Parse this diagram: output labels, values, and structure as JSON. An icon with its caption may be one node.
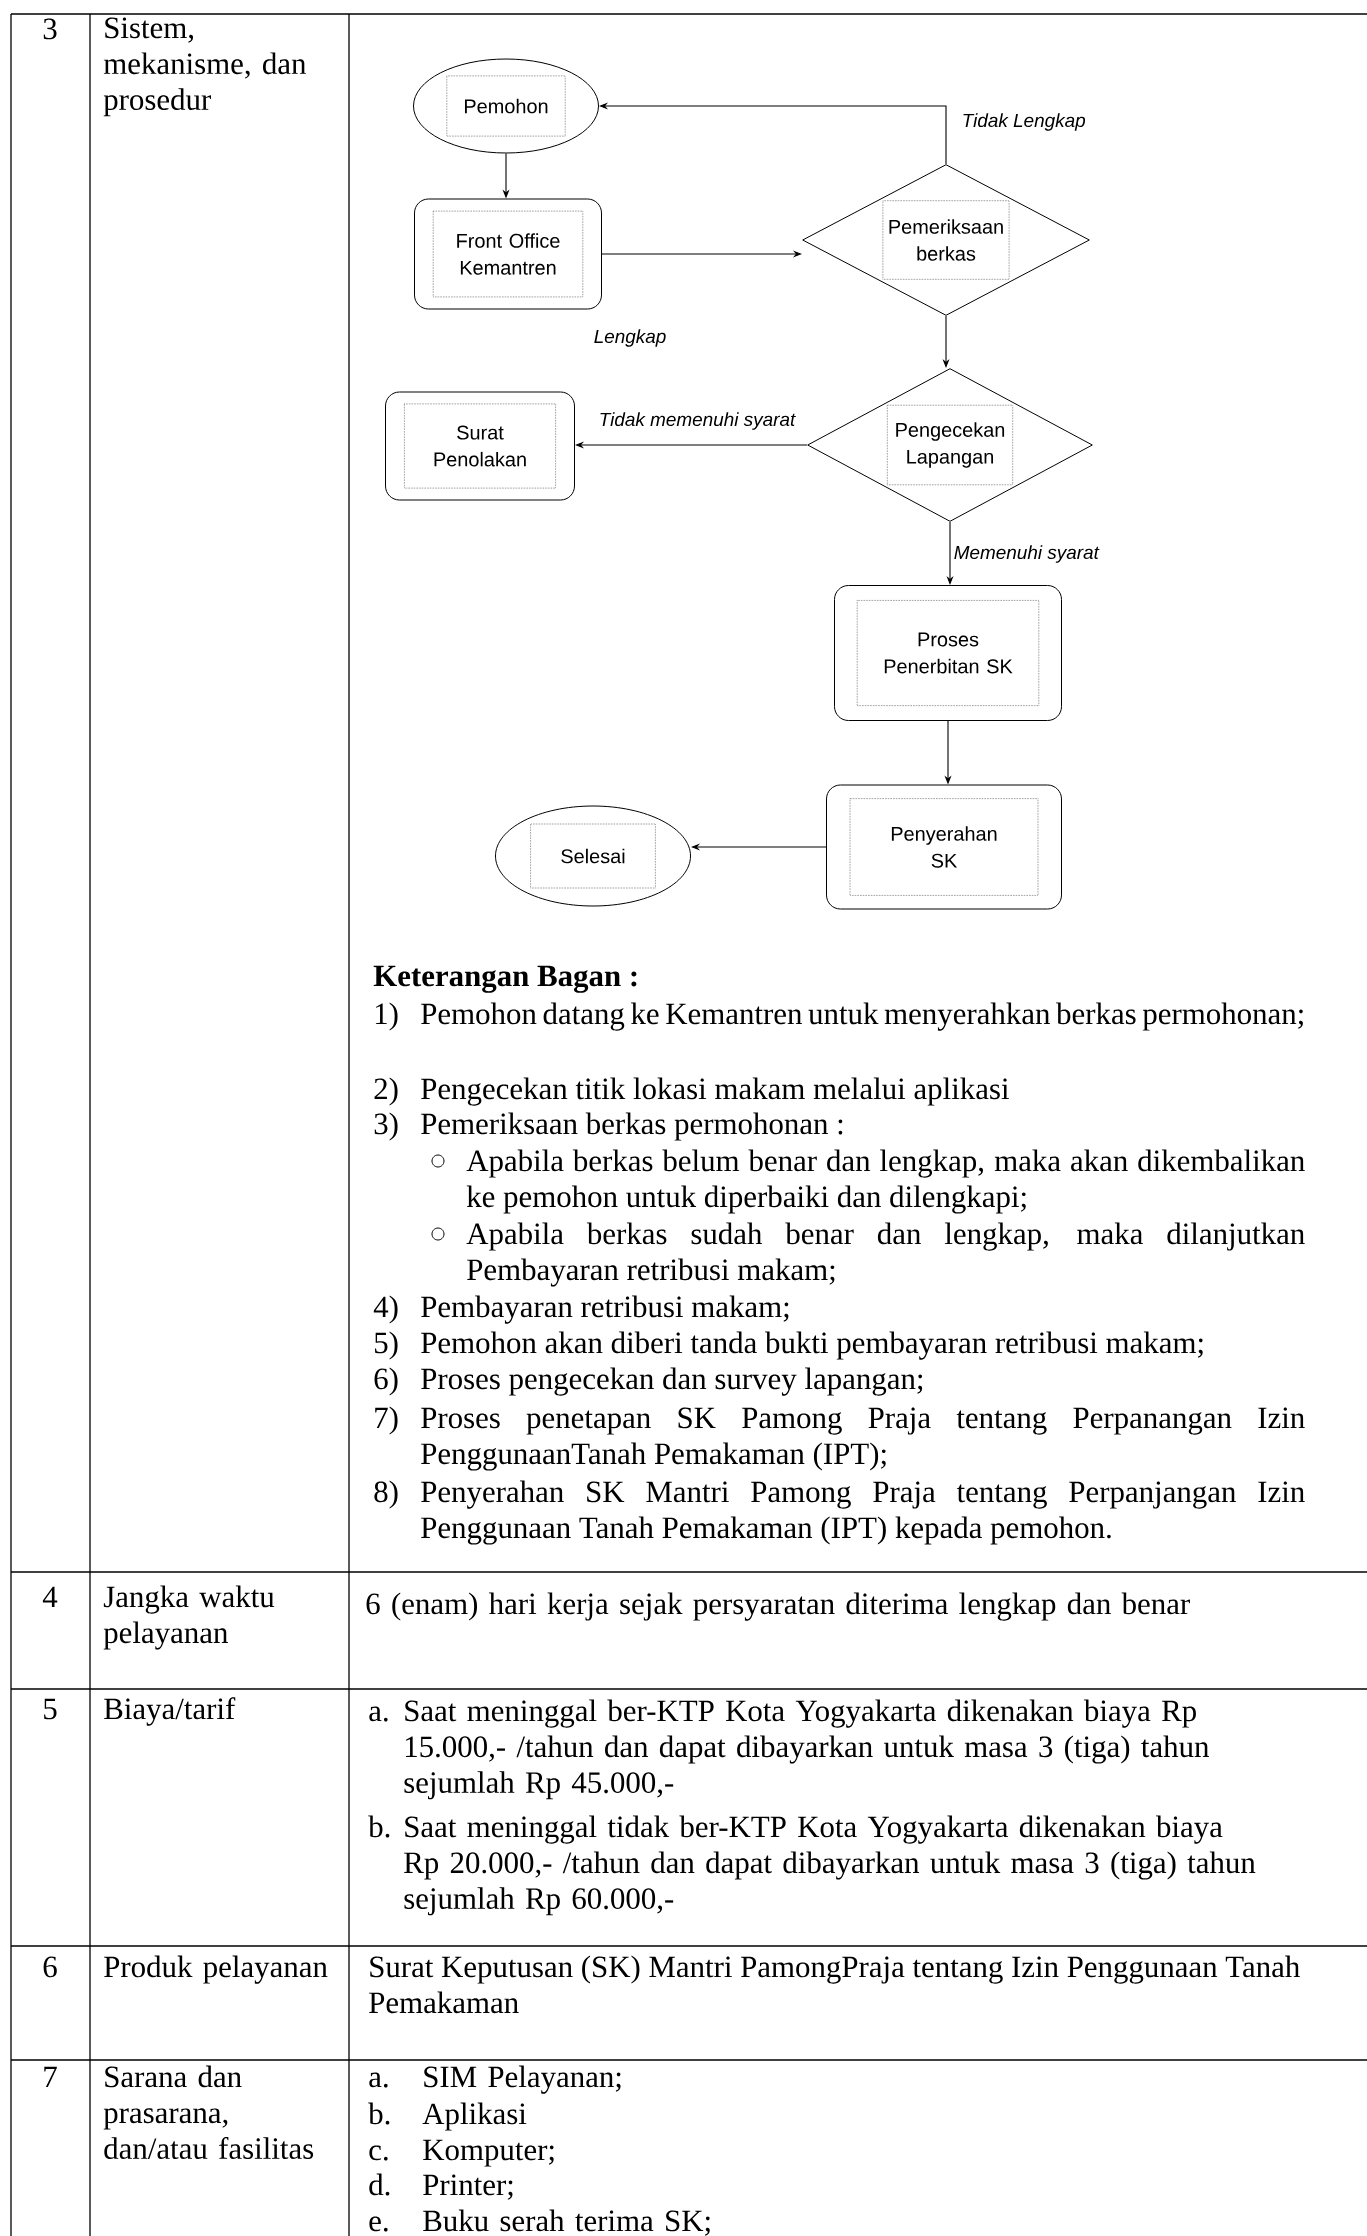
{
  "diagram": {
    "nodes": [
      {
        "text": [
          "Pemohon"
        ]
      },
      {
        "text": [
          "Front Office Kemantren"
        ]
      },
      {
        "text": [
          "Pemeriksaan berkas"
        ]
      },
      {
        "text": [
          "Pengecekan Lapangan"
        ]
      },
      {
        "text": [
          "Surat Penolakan"
        ]
      },
      {
        "text": [
          "Proses Penerbitan SK"
        ]
      },
      {
        "text": [
          "Penyerahan SK"
        ]
      },
      {
        "text": [
          "Selesai"
        ]
      }
    ],
    "edges": [
      {
        "from": 0,
        "to": 1,
        "arrow": "to"
      },
      {
        "from": 1,
        "to": 2,
        "arrow": "to"
      },
      {
        "from": 2,
        "to": 0,
        "arrow": "to",
        "label": "Tidak Lengkap"
      },
      {
        "from": 2,
        "to": 3,
        "arrow": "to"
      },
      {
        "from": 3,
        "to": 4,
        "arrow": "to",
        "label": "Tidak memenuhi syarat"
      },
      {
        "from": 3,
        "to": 5,
        "arrow": "to",
        "label": "Memenuhi syarat"
      },
      {
        "from": 5,
        "to": 6,
        "arrow": "to"
      },
      {
        "from": 6,
        "to": 7,
        "arrow": "to"
      }
    ],
    "labels": [
      "3",
      "Sistem, mekanisme, dan prosedur",
      "Lengkap",
      "Keterangan Bagan :",
      "1)",
      "Pemohon datang ke Kemantren untuk menyerahkan berkas permohonan;",
      "2)",
      "Pengecekan titik lokasi makam melalui aplikasi",
      "3)",
      "Pemeriksaan berkas permohonan :",
      "Apabila berkas belum benar dan lengkap, maka akan dikembalikan ke pemohon untuk diperbaiki dan dilengkapi;",
      "Apabila berkas sudah benar dan lengkap, maka dilanjutkan Pembayaran retribusi makam;",
      "4)",
      "Pembayaran retribusi makam;",
      "5)",
      "Pemohon akan diberi tanda bukti pembayaran retribusi makam;",
      "6)",
      "Proses pengecekan dan survey lapangan;",
      "7)",
      "Proses penetapan SK Pamong Praja tentang Perpanangan Izin PenggunaanTanah Pemakaman (IPT);",
      "8)",
      "Penyerahan SK Mantri Pamong Praja tentang Perpanjangan Izin Penggunaan Tanah Pemakaman (IPT) kepada pemohon.",
      "4",
      "Jangka waktu pelayanan",
      "6 (enam) hari kerja sejak persyaratan diterima lengkap dan benar",
      "5",
      "Biaya/tarif",
      "a.",
      "Saat meninggal ber-KTP Kota Yogyakarta dikenakan biaya Rp 15.000,- /tahun dan dapat dibayarkan untuk masa 3 (tiga) tahun sejumlah Rp 45.000,-",
      "b.",
      "Saat meninggal tidak ber-KTP Kota Yogyakarta dikenakan biaya Rp 20.000,- /tahun dan dapat dibayarkan untuk masa 3 (tiga) tahun sejumlah Rp 60.000,-",
      "6",
      "Produk pelayanan",
      "Surat Keputusan (SK) Mantri PamongPraja tentang Izin Penggunaan Tanah Pemakaman",
      "7",
      "Sarana dan prasarana, dan/atau fasilitas",
      "a.",
      "SIM Pelayanan;",
      "b.",
      "Aplikasi",
      "c.",
      "Komputer;",
      "d.",
      "Printer;",
      "e.",
      "Buku serah terima SK;"
    ]
  }
}
